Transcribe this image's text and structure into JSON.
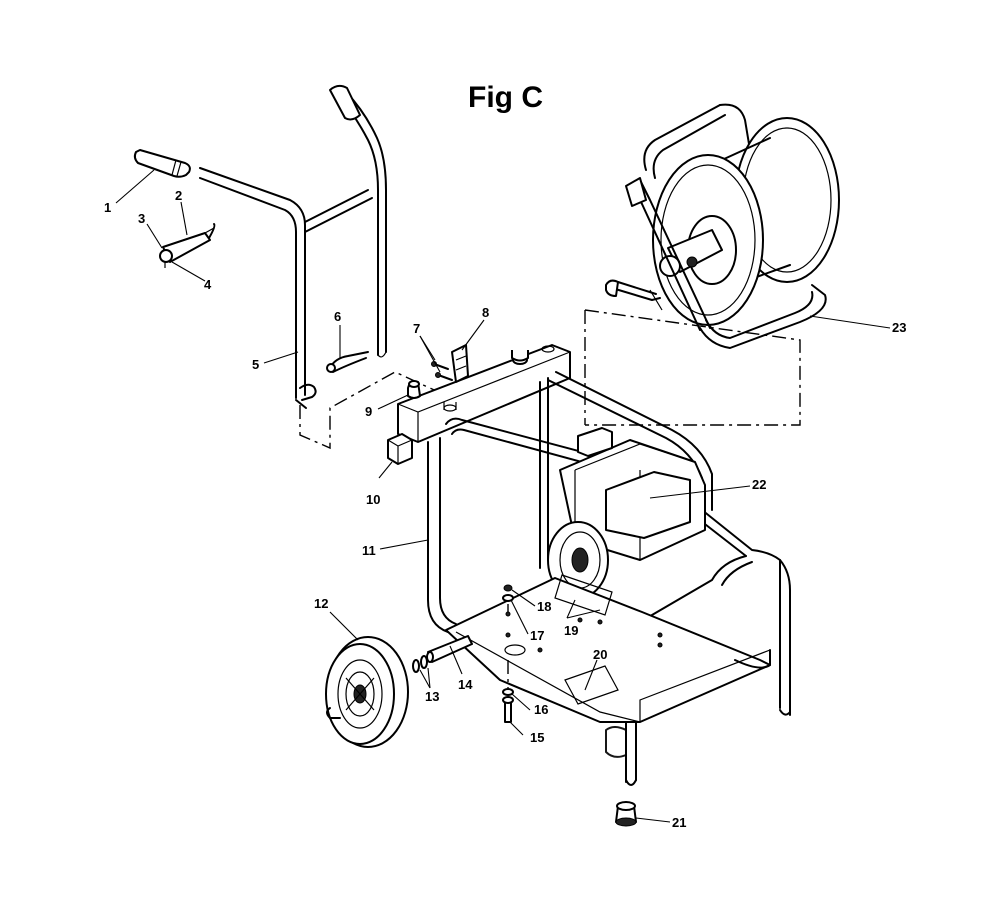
{
  "title": "Fig C",
  "callouts": [
    {
      "id": "c1",
      "label": "1"
    },
    {
      "id": "c2",
      "label": "2"
    },
    {
      "id": "c3",
      "label": "3"
    },
    {
      "id": "c4",
      "label": "4"
    },
    {
      "id": "c5",
      "label": "5"
    },
    {
      "id": "c6",
      "label": "6"
    },
    {
      "id": "c7",
      "label": "7"
    },
    {
      "id": "c8",
      "label": "8"
    },
    {
      "id": "c9",
      "label": "9"
    },
    {
      "id": "c10",
      "label": "10"
    },
    {
      "id": "c11",
      "label": "11"
    },
    {
      "id": "c12",
      "label": "12"
    },
    {
      "id": "c13",
      "label": "13"
    },
    {
      "id": "c14",
      "label": "14"
    },
    {
      "id": "c15",
      "label": "15"
    },
    {
      "id": "c16",
      "label": "16"
    },
    {
      "id": "c17",
      "label": "17"
    },
    {
      "id": "c18",
      "label": "18"
    },
    {
      "id": "c19",
      "label": "19"
    },
    {
      "id": "c20",
      "label": "20"
    },
    {
      "id": "c21",
      "label": "21"
    },
    {
      "id": "c22",
      "label": "22"
    },
    {
      "id": "c23",
      "label": "23"
    }
  ]
}
